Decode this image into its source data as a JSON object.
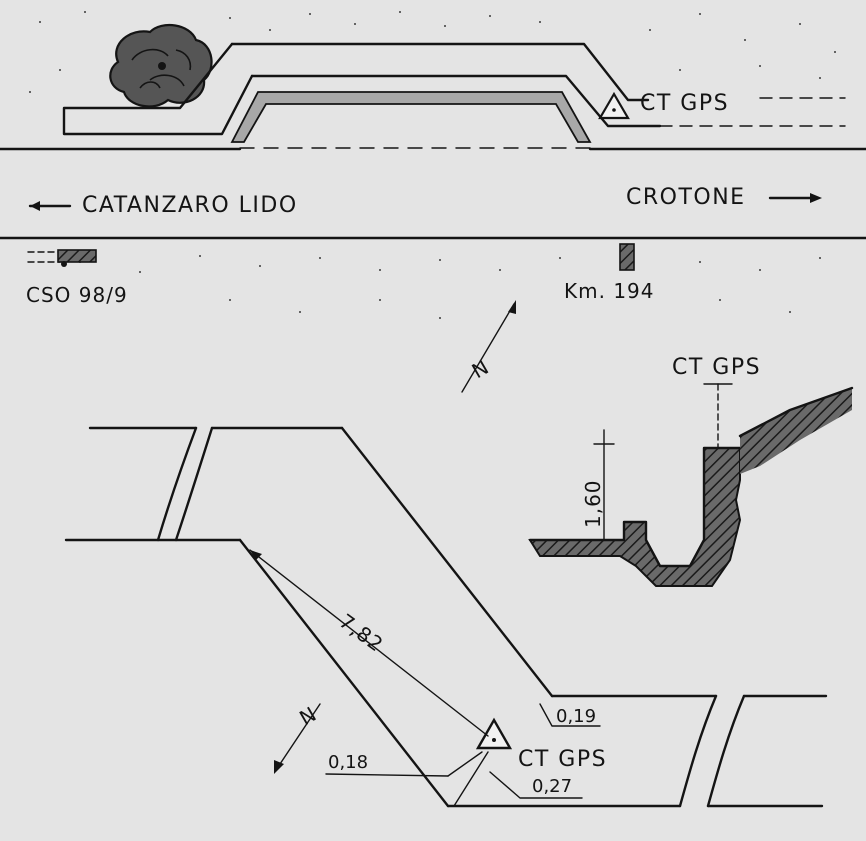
{
  "plan": {
    "left_direction": "CATANZARO LIDO",
    "right_direction": "CROTONE",
    "marker_label": "CT GPS",
    "left_milestone": "CSO 98/9",
    "right_milestone": "Km. 194",
    "north": "N"
  },
  "section": {
    "marker_label": "CT GPS",
    "height": "1,60"
  },
  "detail": {
    "marker_label": "CT GPS",
    "north": "N",
    "distances": [
      "7,82",
      "0,19",
      "0,18",
      "0,27"
    ]
  },
  "colors": {
    "ink": "#141414",
    "paper": "#e4e4e4",
    "band_gray": "#a8a8a8"
  }
}
